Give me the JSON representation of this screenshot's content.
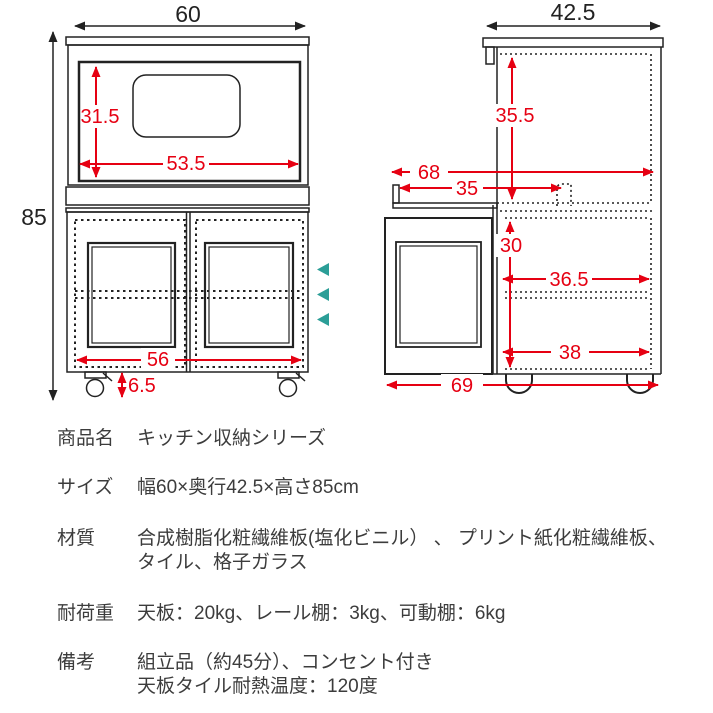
{
  "front_view": {
    "labels": {
      "width": "60",
      "height": "85",
      "opening_height": "31.5",
      "opening_width": "53.5",
      "inner_width": "56",
      "caster_height": "6.5"
    }
  },
  "side_view": {
    "labels": {
      "depth": "42.5",
      "upper_inner_height": "35.5",
      "rail_extended_depth": "68",
      "rail_shelf_depth": "35",
      "lower_inner_height": "30",
      "shelf_depth": "36.5",
      "lower_inner_depth": "38",
      "total_depth_door_open": "69"
    }
  },
  "colors": {
    "dimension_red": "#e60012",
    "line_color": "#222222",
    "shelf_arrow_teal": "#2b9e97"
  },
  "spec_table": {
    "rows": [
      {
        "label": "商品名",
        "lines": [
          "キッチン収納シリーズ"
        ]
      },
      {
        "label": "サイズ",
        "lines": [
          "幅60×奥行42.5×高さ85cm"
        ]
      },
      {
        "label": "材質",
        "lines": [
          "合成樹脂化粧繊維板(塩化ビニル） 、 プリント紙化粧繊維板、",
          "タイル、格子ガラス"
        ]
      },
      {
        "label": "耐荷重",
        "lines": [
          "天板：20kg、レール棚：3kg、可動棚：6kg"
        ]
      },
      {
        "label": "備考",
        "lines": [
          "組立品（約45分）、コンセント付き",
          "天板タイル耐熱温度：120度"
        ]
      }
    ]
  }
}
